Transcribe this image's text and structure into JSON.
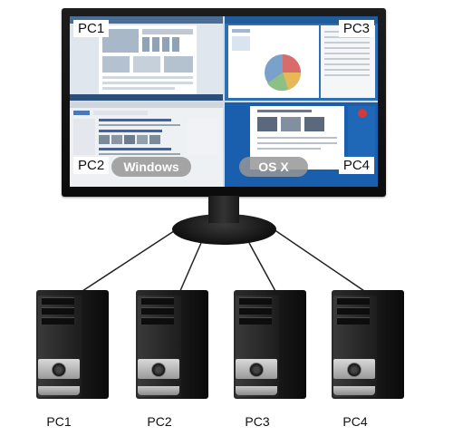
{
  "screen": {
    "quadrants": [
      {
        "tag": "PC1",
        "os": ""
      },
      {
        "tag": "PC3",
        "os": ""
      },
      {
        "tag": "PC2",
        "os": "Windows"
      },
      {
        "tag": "PC4",
        "os": "OS X"
      }
    ]
  },
  "computers": [
    {
      "label": "PC1"
    },
    {
      "label": "PC2"
    },
    {
      "label": "PC3"
    },
    {
      "label": "PC4"
    }
  ],
  "colors": {
    "monitor_bezel": "#121212",
    "tower": "#1a1a1a",
    "cable": "#222222",
    "os_pill": "#969696"
  }
}
